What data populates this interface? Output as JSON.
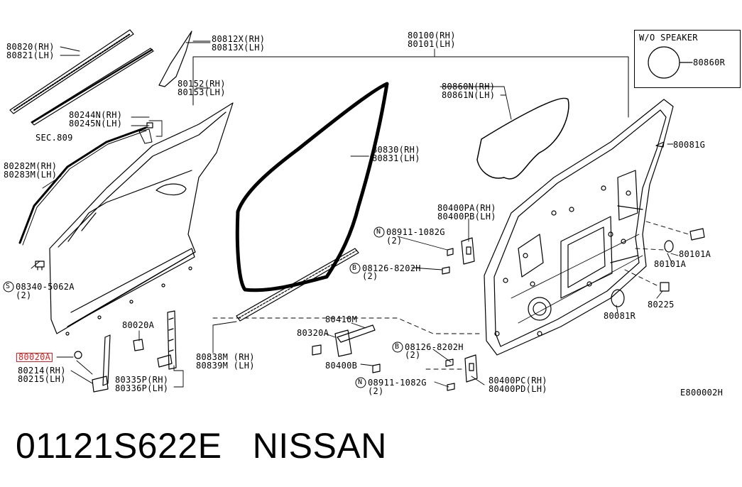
{
  "labels": {
    "l80820": "80820(RH)",
    "l80821": "80821(LH)",
    "l80812x": "80812X(RH)",
    "l80813x": "80813X(LH)",
    "l80100": "80100(RH)",
    "l80101": "80101(LH)",
    "wo_speaker": "W/O SPEAKER",
    "l80860r": "80860R",
    "l80152": "80152(RH)",
    "l80153": "80153(LH)",
    "l80860n": "80860N(RH)",
    "l80861n": "80861N(LH)",
    "l80244n": "80244N(RH)",
    "l80245n": "80245N(LH)",
    "sec809": "SEC.809",
    "l80081g": "80081G",
    "l80830": "80830(RH)",
    "l80831": "80831(LH)",
    "l80282m": "80282M(RH)",
    "l80283m": "80283M(LH)",
    "l80400pa": "80400PA(RH)",
    "l80400pb": "80400PB(LH)",
    "n08911_top": "08911-1082G",
    "n08911_top_qty": "(2)",
    "n08126_top": "08126-8202H",
    "n08126_top_qty": "(2)",
    "l80101a_r": "80101A",
    "l80101a": "80101A",
    "s08340": "08340-5062A",
    "s08340_qty": "(2)",
    "l80225": "80225",
    "l80081r": "80081R",
    "l80410m": "80410M",
    "l80020a_top": "80020A",
    "l80320a": "80320A",
    "n08126_bot": "08126-8202H",
    "n08126_bot_qty": "(2)",
    "l80020a_hl": "80020A",
    "l80838m": "80838M (RH)",
    "l80839m": "80839M (LH)",
    "l80214": "80214(RH)",
    "l80215": "80215(LH)",
    "l80400b": "80400B",
    "l80335p": "80335P(RH)",
    "l80336p": "80336P(LH)",
    "l80400pc": "80400PC(RH)",
    "l80400pd": "80400PD(LH)",
    "n08911_bot": "08911-1082G",
    "n08911_bot_qty": "(2)",
    "sym_n": "N",
    "sym_b": "B",
    "sym_s": "S",
    "diagram_code": "E800002H"
  },
  "footer": {
    "part_number": "01121S622E",
    "brand": "NISSAN"
  },
  "colors": {
    "line": "#000000",
    "highlight": "#e0201e",
    "background": "#ffffff"
  }
}
